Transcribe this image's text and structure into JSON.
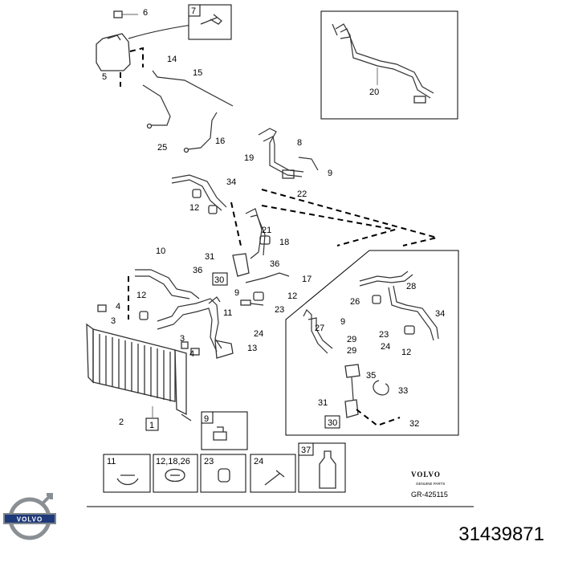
{
  "callouts": [
    "1",
    "2",
    "3",
    "4",
    "5",
    "6",
    "7",
    "8",
    "9",
    "10",
    "11",
    "12",
    "13",
    "14",
    "15",
    "16",
    "17",
    "18",
    "19",
    "20",
    "21",
    "22",
    "23",
    "24",
    "25",
    "26",
    "27",
    "28",
    "29",
    "30",
    "31",
    "32",
    "33",
    "34",
    "35",
    "36",
    "37"
  ],
  "boxed_callouts": [
    "7",
    "9",
    "1",
    "30",
    "37"
  ],
  "legend_keys": {
    "k9": "9",
    "k11": "11",
    "k12": "12,18,26",
    "k23": "23",
    "k24": "24",
    "k37": "37"
  },
  "brand": {
    "volvo_small": "VOLVO",
    "genuine": "GENUINE PARTS",
    "drawing_ref": "GR-425115",
    "logo_text": "VOLVO"
  },
  "part_number": "31439871"
}
